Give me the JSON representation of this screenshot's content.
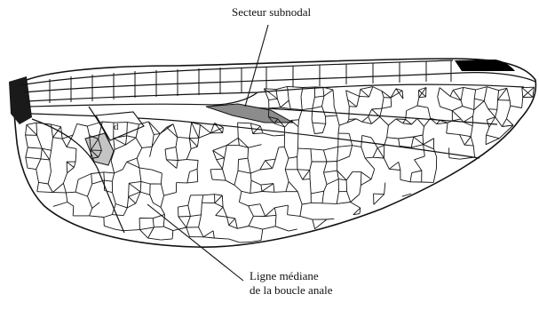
{
  "labels": {
    "subnodal_sector": "Secteur subnodal",
    "anal_loop_line_1": "Ligne médiane",
    "anal_loop_line_2": "de la boucle anale",
    "discoidal_cell": "d"
  },
  "colors": {
    "vein": "#111111",
    "highlight_fill": "#8c8c8c",
    "light_fill": "#c4c4c4",
    "stigma": "#000000"
  }
}
